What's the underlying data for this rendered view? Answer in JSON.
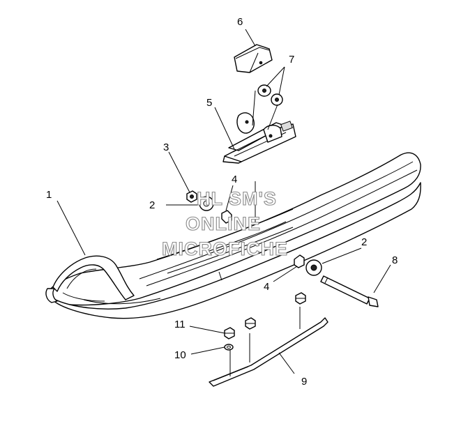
{
  "callouts": {
    "c1": "1",
    "c2a": "2",
    "c2b": "2",
    "c3": "3",
    "c4a": "4",
    "c4b": "4",
    "c5": "5",
    "c6": "6",
    "c7": "7",
    "c8": "8",
    "c9": "9",
    "c10": "10",
    "c11": "11"
  },
  "watermark": {
    "line1": "HL SM'S",
    "line2": "ONLINE",
    "line3": "MICROFICHE"
  }
}
